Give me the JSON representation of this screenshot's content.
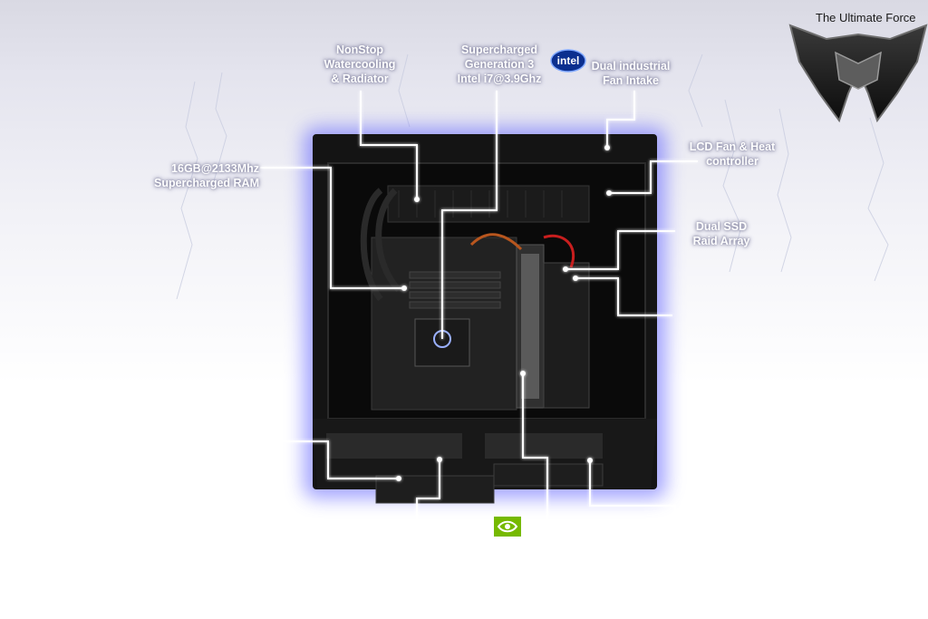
{
  "brand": {
    "tagline": "The Ultimate Force"
  },
  "callouts": {
    "watercooling": [
      "NonStop",
      "Watercooling",
      "& Radiator"
    ],
    "cpu": [
      "Supercharged",
      "Generation 3",
      "Intel i7@3.9Ghz"
    ],
    "fan_intake": [
      "Dual industrial",
      "Fan Intake"
    ],
    "lcd_controller": [
      "LCD Fan & Heat",
      "controller"
    ],
    "ram": [
      "16GB@2133Mhz",
      "Supercharged RAM"
    ],
    "ssd": [
      "Dual SSD",
      "Raid Array"
    ]
  },
  "logos": {
    "intel": "intel",
    "nvidia": "nvidia-icon",
    "tuf": "tuf-logo-icon"
  },
  "colors": {
    "callout_line": "#ffffff",
    "glow": "#5a5cff",
    "case": "#151515"
  }
}
